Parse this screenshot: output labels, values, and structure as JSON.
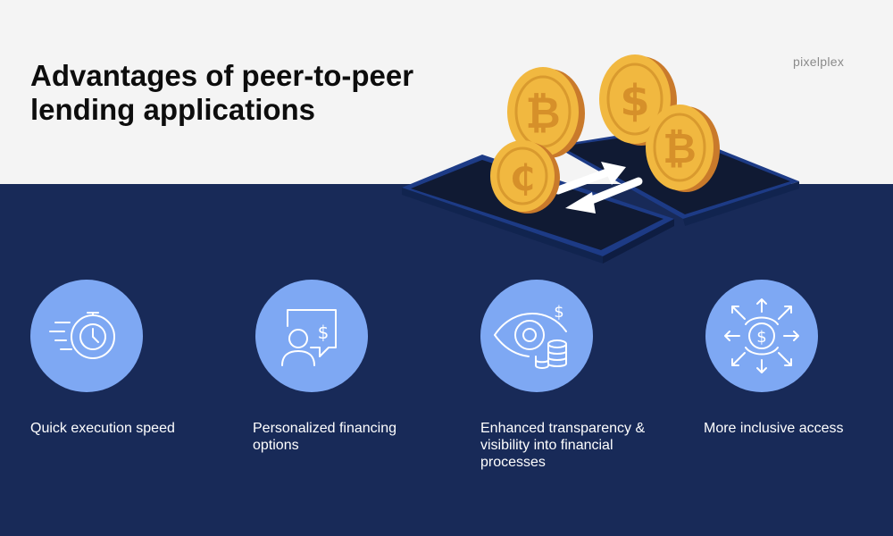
{
  "header": {
    "title": "Advantages of peer-to-peer lending applications",
    "brand": "pixelplex"
  },
  "illustration": {
    "icon": "phones-exchanging-crypto-coins-illustration",
    "coin_symbols": [
      "₿",
      "$",
      "₿",
      "₵"
    ]
  },
  "features": [
    {
      "label": "Quick execution speed",
      "icon": "stopwatch-icon"
    },
    {
      "label": "Personalized financing options",
      "icon": "person-dollar-chat-icon"
    },
    {
      "label": "Enhanced transparency & visibility into financial processes",
      "icon": "eye-coins-icon"
    },
    {
      "label": "More inclusive access",
      "icon": "dollar-arrows-outward-icon"
    }
  ],
  "colors": {
    "background_top": "#f4f4f4",
    "background_bottom": "#182a58",
    "icon_circle": "#7ea8f3",
    "coin_gold": "#f1b840",
    "label_text": "#ffffff"
  }
}
